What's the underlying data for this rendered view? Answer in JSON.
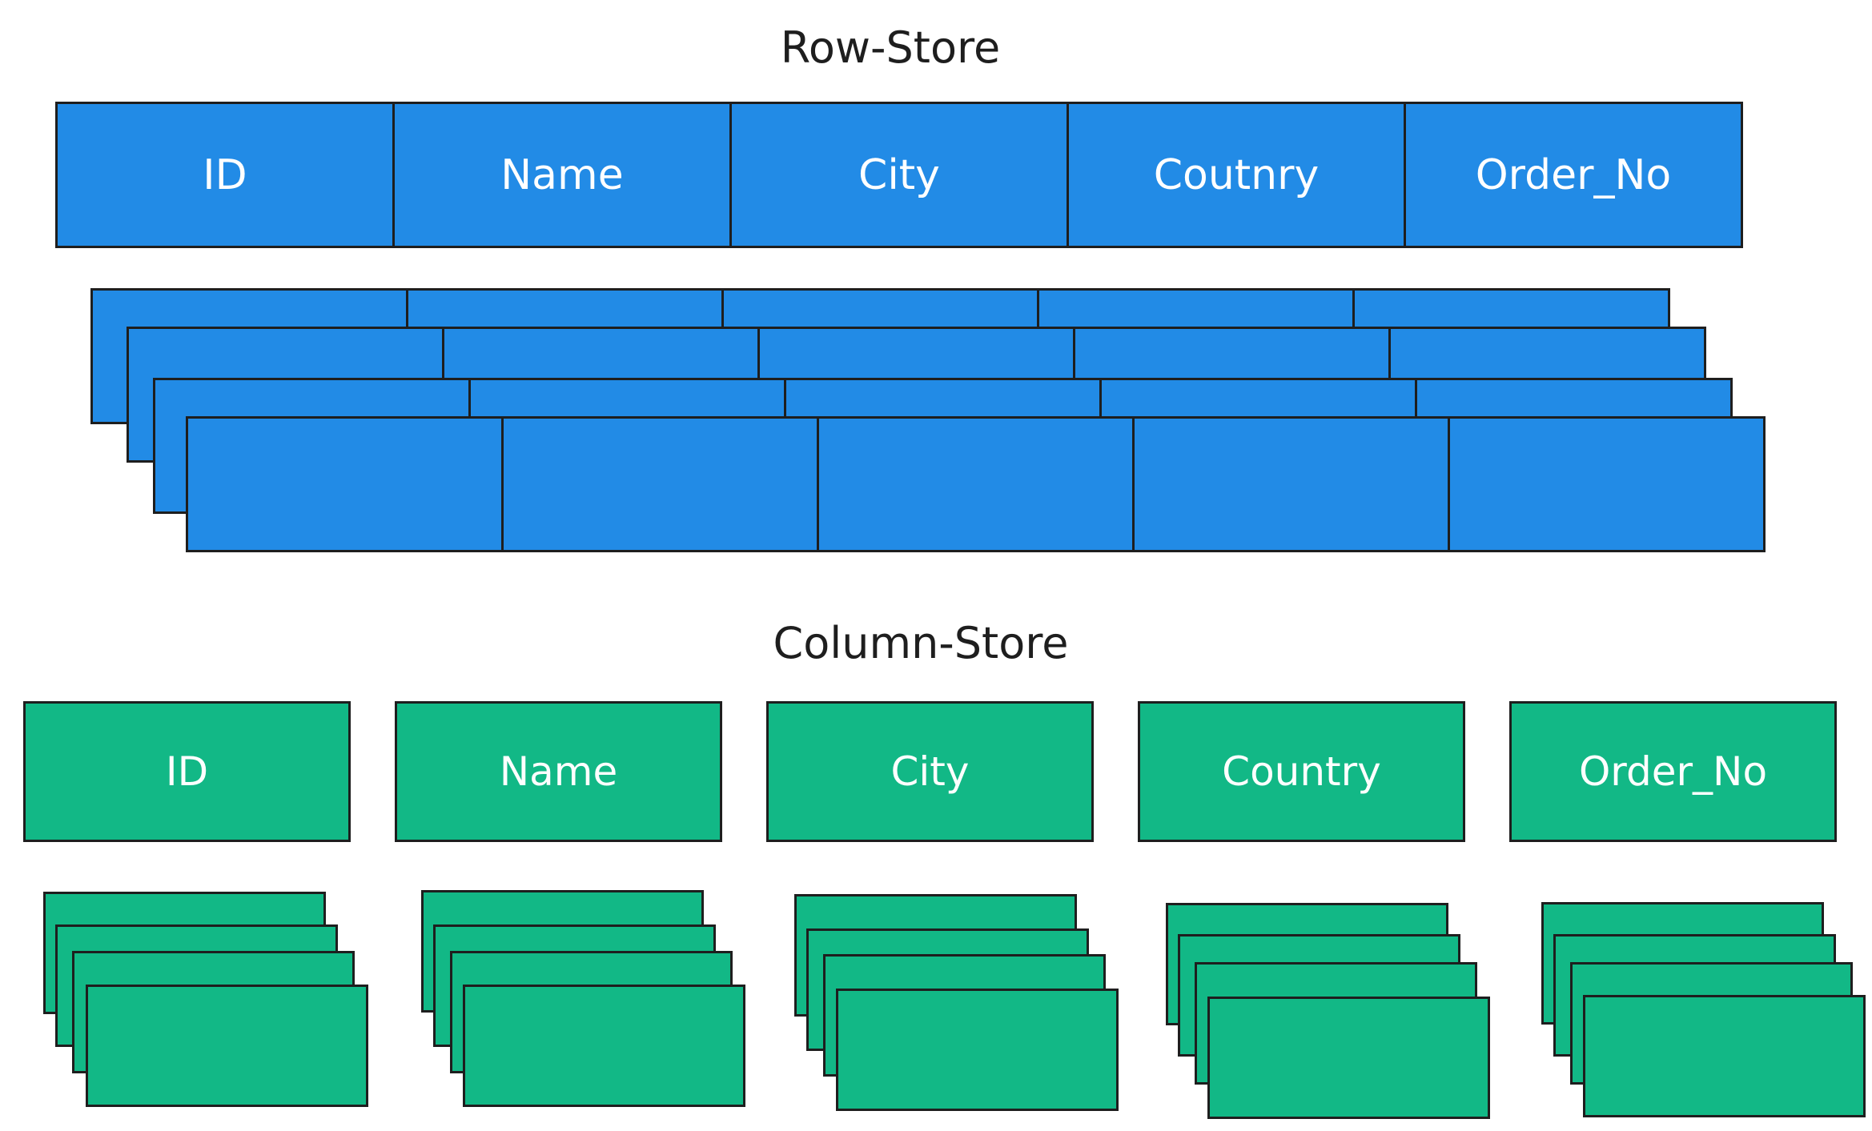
{
  "row_store": {
    "title": "Row-Store",
    "columns": [
      "ID",
      "Name",
      "City",
      "Coutnry",
      "Order_No"
    ],
    "stacked_rows": 4
  },
  "column_store": {
    "title": "Column-Store",
    "columns": [
      "ID",
      "Name",
      "City",
      "Country",
      "Order_No"
    ],
    "stacked_blocks_per_column": 4
  },
  "colors": {
    "row_fill": "#228be6",
    "column_fill": "#12b886",
    "stroke": "#1e1e1e",
    "label_text": "#ffffff"
  }
}
